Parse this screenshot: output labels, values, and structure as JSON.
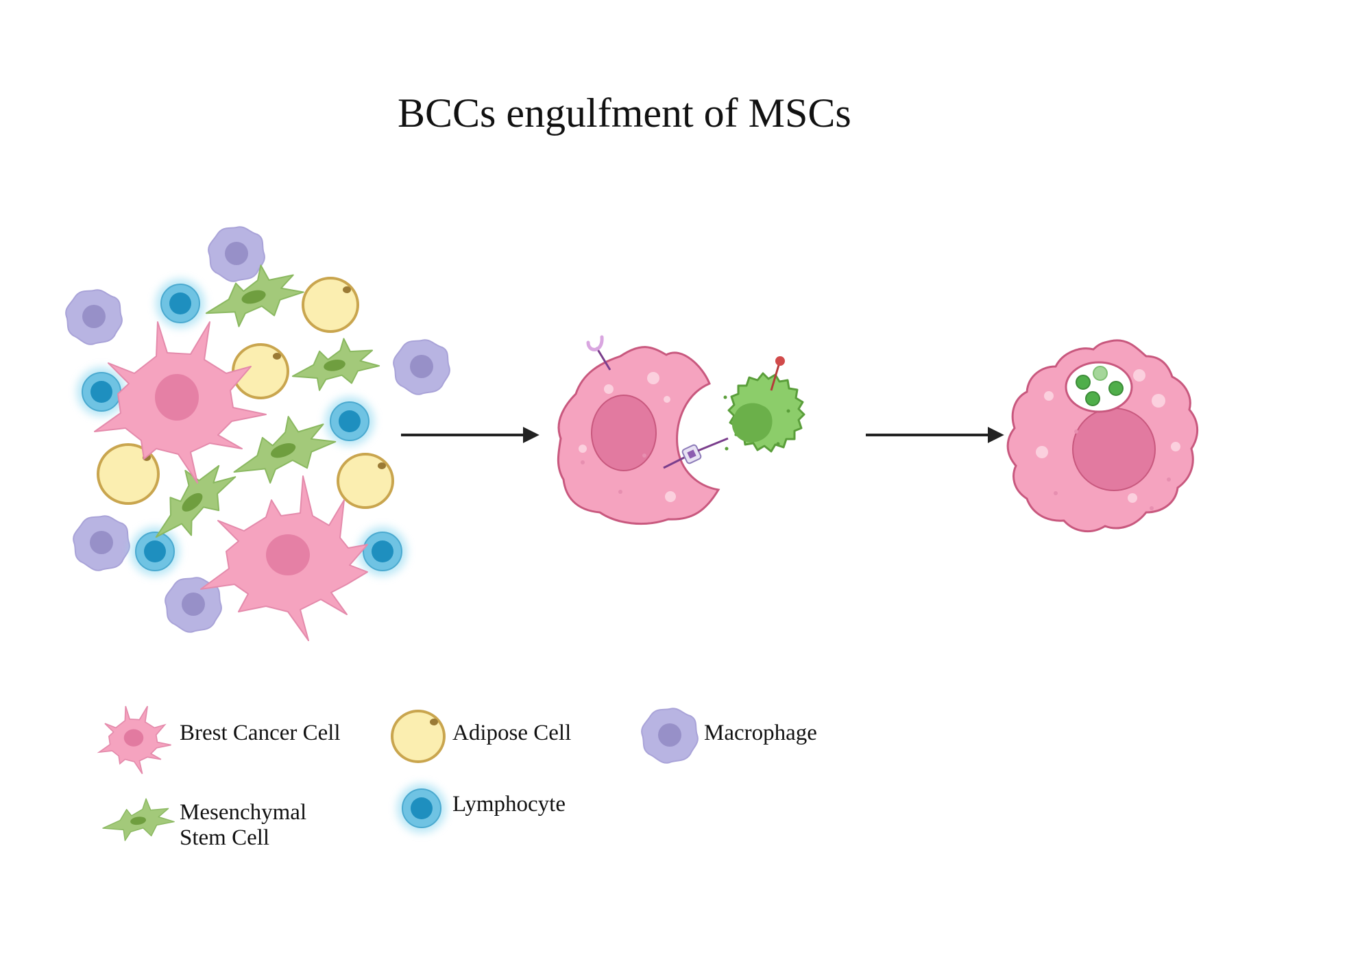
{
  "title": "BCCs engulfment of MSCs",
  "legend": {
    "breast_cancer_cell": "Brest Cancer Cell",
    "adipose_cell": "Adipose Cell",
    "macrophage": "Macrophage",
    "mesenchymal_line1": "Mesenchymal",
    "mesenchymal_line2": "Stem Cell",
    "lymphocyte": "Lymphocyte"
  },
  "colors": {
    "cancer_cell": "#f5a3bf",
    "cancer_nucleus": "#e27aa0",
    "cancer_outline": "#c8587e",
    "adipose_fill": "#fbeeb0",
    "adipose_outline": "#c9a54e",
    "macrophage_fill": "#b8b4e2",
    "macrophage_nucleus": "#9790c8",
    "lymphocyte_fill": "#6fc3e3",
    "lymphocyte_nucleus": "#1e8fbf",
    "msc_fill": "#a3c97a",
    "msc_nucleus": "#6f9e3f",
    "engulfed_msc_fill": "#8ccd6a",
    "arrow": "#222222"
  }
}
